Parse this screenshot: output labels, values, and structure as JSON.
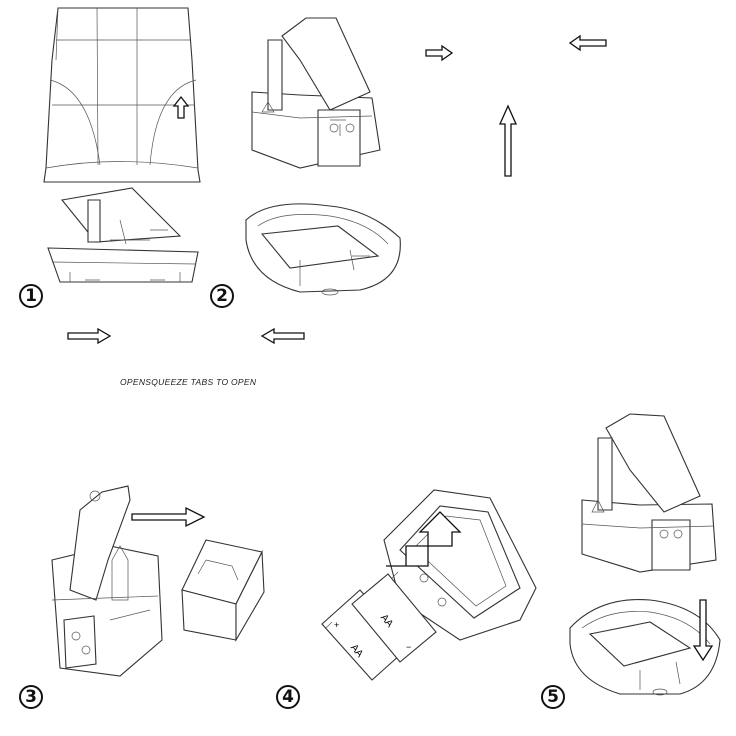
{
  "caption": "OPENSQUEEZE TABS TO OPEN",
  "steps": [
    {
      "number": "1"
    },
    {
      "number": "2"
    },
    {
      "number": "3"
    },
    {
      "number": "4"
    },
    {
      "number": "5"
    }
  ],
  "battery_labels": [
    "AA",
    "AA"
  ],
  "polarity_plus": "+",
  "polarity_minus": "−"
}
